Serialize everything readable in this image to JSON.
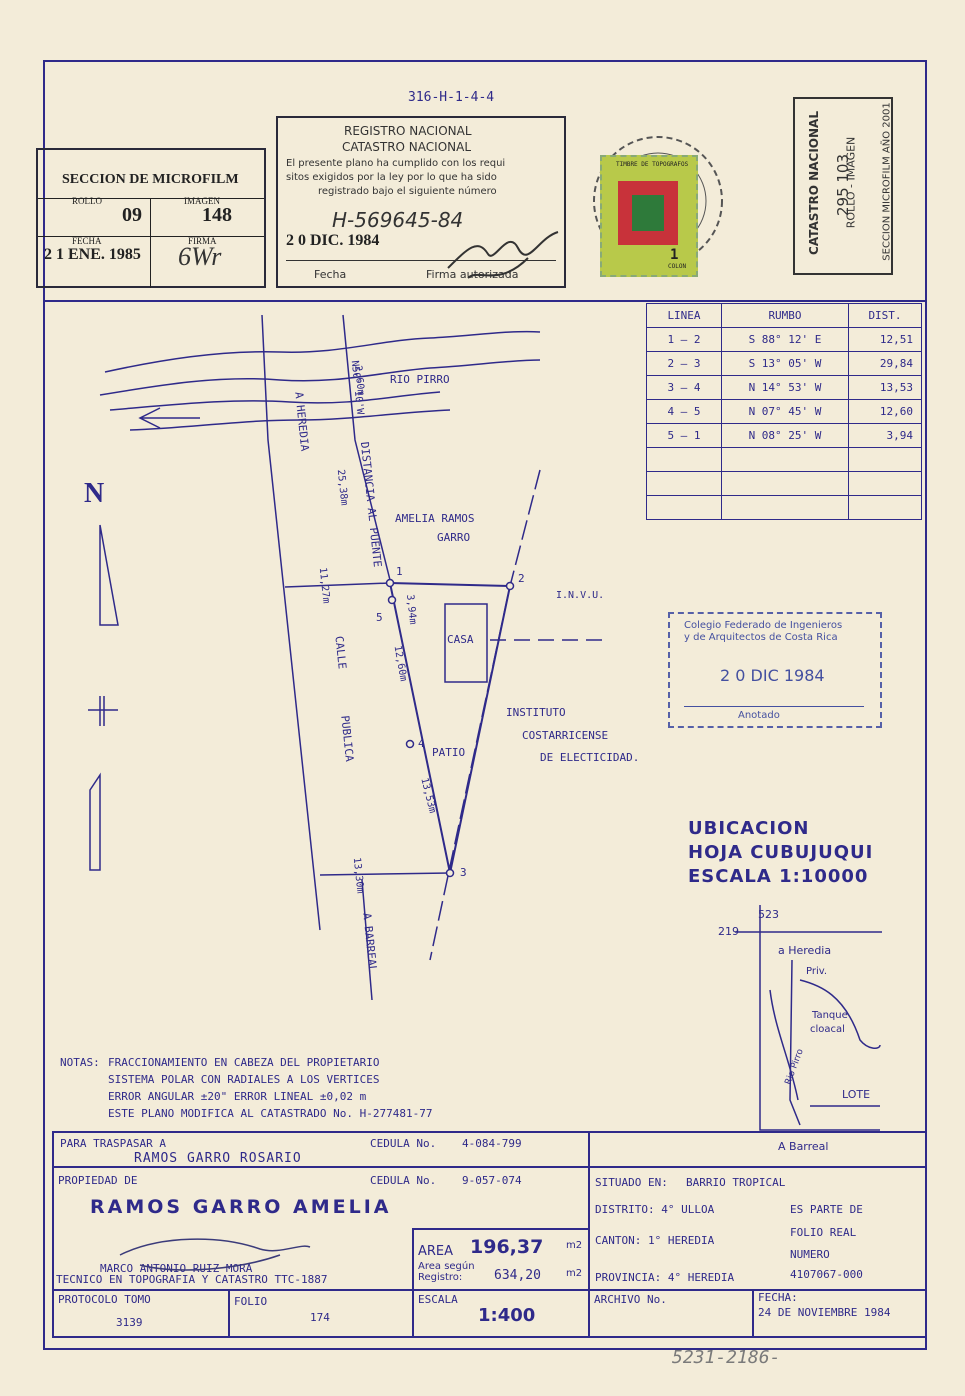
{
  "top_code": "316-H-1-4-4",
  "microfilm": {
    "title": "SECCION DE MICROFILM",
    "rollo_label": "ROLLO",
    "rollo": "09",
    "imagen_label": "IMAGEN",
    "imagen": "148",
    "fecha_label": "FECHA",
    "fecha": "2 1 ENE. 1985",
    "firma_label": "FIRMA",
    "firma": "6Wr"
  },
  "registro": {
    "line1": "REGISTRO NACIONAL",
    "line2": "CATASTRO NACIONAL",
    "line3": "El presente plano ha cumplido con los requi",
    "line4": "sitos exigidos por la ley por lo que ha sido",
    "line5": "registrado bajo el siguiente número",
    "numero": "H-569645-84",
    "fecha": "2 0 DIC. 1984",
    "fecha_label": "Fecha",
    "firma_label": "Firma autorizada"
  },
  "timbre": {
    "text": "TIMBRE DE TOPOGRAFOS",
    "value": "1",
    "unit": "COLON"
  },
  "catastro_vertical": {
    "line1": "CATASTRO NACIONAL",
    "line2": "295 103",
    "line3": "ROLLO - IMAGEN",
    "line4": "SECCION MICROFILM AÑO 2001"
  },
  "rumbo_table": {
    "headers": [
      "LINEA",
      "RUMBO",
      "DIST."
    ],
    "rows": [
      [
        "1 – 2",
        "S 88° 12' E",
        "12,51"
      ],
      [
        "2 – 3",
        "S 13° 05' W",
        "29,84"
      ],
      [
        "3 – 4",
        "N 14° 53' W",
        "13,53"
      ],
      [
        "4 – 5",
        "N 07° 45' W",
        "12,60"
      ],
      [
        "5 – 1",
        "N 08° 25' W",
        "3,94"
      ],
      [
        "",
        "",
        ""
      ],
      [
        "",
        "",
        ""
      ],
      [
        "",
        "",
        ""
      ]
    ]
  },
  "plan": {
    "north": "N",
    "rio": "RIO PIRRO",
    "a_heredia": "A HEREDIA",
    "dist_top": "2,60m",
    "bearing_top": "N50° 10'W",
    "dist_puente": "DISTANCIA AL PUENTE",
    "dist_puente_val": "25,38m",
    "width_top": "11,27m",
    "calle": "CALLE",
    "publica": "PUBLICA",
    "vecino1": "AMELIA RAMOS",
    "vecino1b": "GARRO",
    "invu": "I.N.V.U.",
    "casa": "CASA",
    "patio": "PATIO",
    "instituto1": "INSTITUTO",
    "instituto2": "COSTARRICENSE",
    "instituto3": "DE ELECTICIDAD.",
    "d_394": "3,94m",
    "d_1260": "12,60m",
    "d_1353": "13,53m",
    "width_bottom": "13,30m",
    "a_barreal": "A BARREAL",
    "v1": "1",
    "v2": "2",
    "v3": "3",
    "v4": "4",
    "v5": "5"
  },
  "colegio": {
    "line1": "Colegio Federado de Ingenieros",
    "line2": "y de Arquitectos de Costa Rica",
    "fecha": "2 0 DIC 1984",
    "anotado": "Anotado"
  },
  "ubicacion": {
    "line1": "UBICACION",
    "line2": "HOJA CUBUJUQUI",
    "line3": "ESCALA 1:10000",
    "coord_top": "523",
    "coord_left": "219",
    "a_heredia": "a Heredia",
    "priv": "Priv.",
    "tanque": "Tanque",
    "cloacal": "cloacal",
    "rio": "Rio Pirro",
    "lote": "LOTE",
    "a_barreal": "A Barreal"
  },
  "notas": {
    "label": "NOTAS:",
    "l1": "FRACCIONAMIENTO EN CABEZA DEL PROPIETARIO",
    "l2": "SISTEMA POLAR CON RADIALES A LOS VERTICES",
    "l3": "ERROR ANGULAR ±20\" ERROR LINEAL ±0,02 m",
    "l4": "ESTE PLANO MODIFICA AL CATASTRADO No. H-277481-77"
  },
  "traspasar": {
    "label": "PARA TRASPASAR A",
    "cedula_label": "CEDULA No.",
    "cedula": "4-084-799",
    "nombre": "RAMOS  GARRO  ROSARIO"
  },
  "propiedad": {
    "label": "PROPIEDAD DE",
    "cedula_label": "CEDULA No.",
    "cedula": "9-057-074",
    "nombre": "RAMOS GARRO AMELIA",
    "tecnico1": "MARCO ANTONIO RUIZ MORA",
    "tecnico2": "TECNICO EN TOPOGRAFIA Y CATASTRO TTC-1887"
  },
  "area": {
    "label": "AREA",
    "value": "196,37",
    "unit": "m2",
    "registro_label1": "Area según",
    "registro_label2": "Registro:",
    "registro_value": "634,20",
    "registro_unit": "m2"
  },
  "situado": {
    "label": "SITUADO EN:",
    "value": "BARRIO TROPICAL",
    "distrito": "DISTRITO: 4° ULLOA",
    "canton": "CANTON: 1° HEREDIA",
    "provincia": "PROVINCIA: 4° HEREDIA",
    "parte1": "ES PARTE DE",
    "parte2": "FOLIO REAL",
    "parte3": "NUMERO",
    "folio": "4107067-000"
  },
  "bottom": {
    "protocolo_label": "PROTOCOLO TOMO",
    "protocolo": "3139",
    "folio_label": "FOLIO",
    "folio": "174",
    "escala_label": "ESCALA",
    "escala": "1:400",
    "archivo_label": "ARCHIVO No.",
    "fecha_label": "FECHA:",
    "fecha": "24 DE NOVIEMBRE 1984"
  },
  "footer_code": "5231-2186-"
}
